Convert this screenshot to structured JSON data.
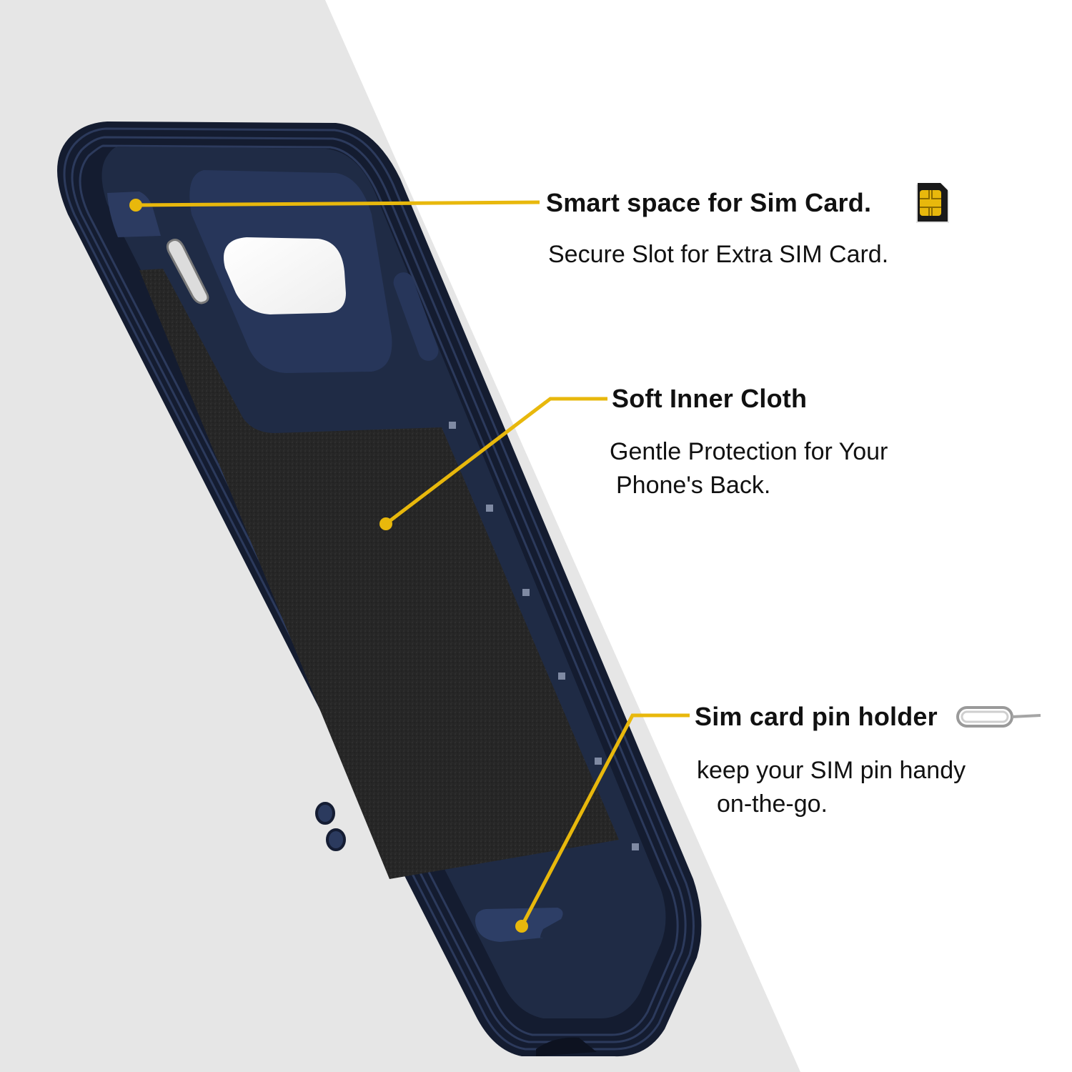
{
  "colors": {
    "background_left": "#e6e6e6",
    "background_right": "#ffffff",
    "case_navy": "#1f2b45",
    "case_edge": "#141c30",
    "inner_cloth": "#2a2a2a",
    "callout_yellow": "#e8b80c",
    "text": "#111111"
  },
  "features": [
    {
      "title": "Smart space for Sim Card.",
      "description_lines": [
        "Secure Slot for Extra SIM Card."
      ],
      "icon": "sim-card-icon"
    },
    {
      "title": "Soft Inner Cloth",
      "description_lines": [
        "Gentle Protection for Your",
        "Phone's Back."
      ],
      "icon": ""
    },
    {
      "title": "Sim card pin holder",
      "description_lines": [
        "keep your SIM pin handy",
        "on-the-go."
      ],
      "icon": "sim-eject-pin-icon"
    }
  ]
}
